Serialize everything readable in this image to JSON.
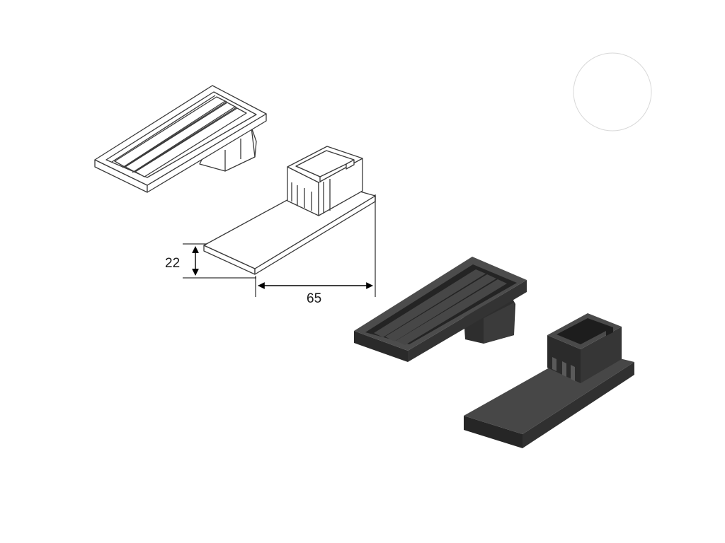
{
  "dimensions": {
    "height_label": "22",
    "length_label": "65"
  },
  "colors": {
    "line_art_stroke": "#3a3a3a",
    "line_art_fill": "#ffffff",
    "rendered_part_dark": "#3b3b3b",
    "rendered_part_mid": "#2e2e2e",
    "rendered_part_light": "#4c4c4c",
    "dimension_line": "#000000",
    "circle_outline": "#d8d8d8"
  },
  "icons": {
    "tread_cap_line_drawing": "ribbed-tread-cap-outline",
    "end_plug_line_drawing": "square-socket-end-plug-outline",
    "tread_cap_render": "ribbed-tread-cap-black",
    "end_plug_render": "square-socket-end-plug-black",
    "decorative_circle": "empty-circle"
  }
}
